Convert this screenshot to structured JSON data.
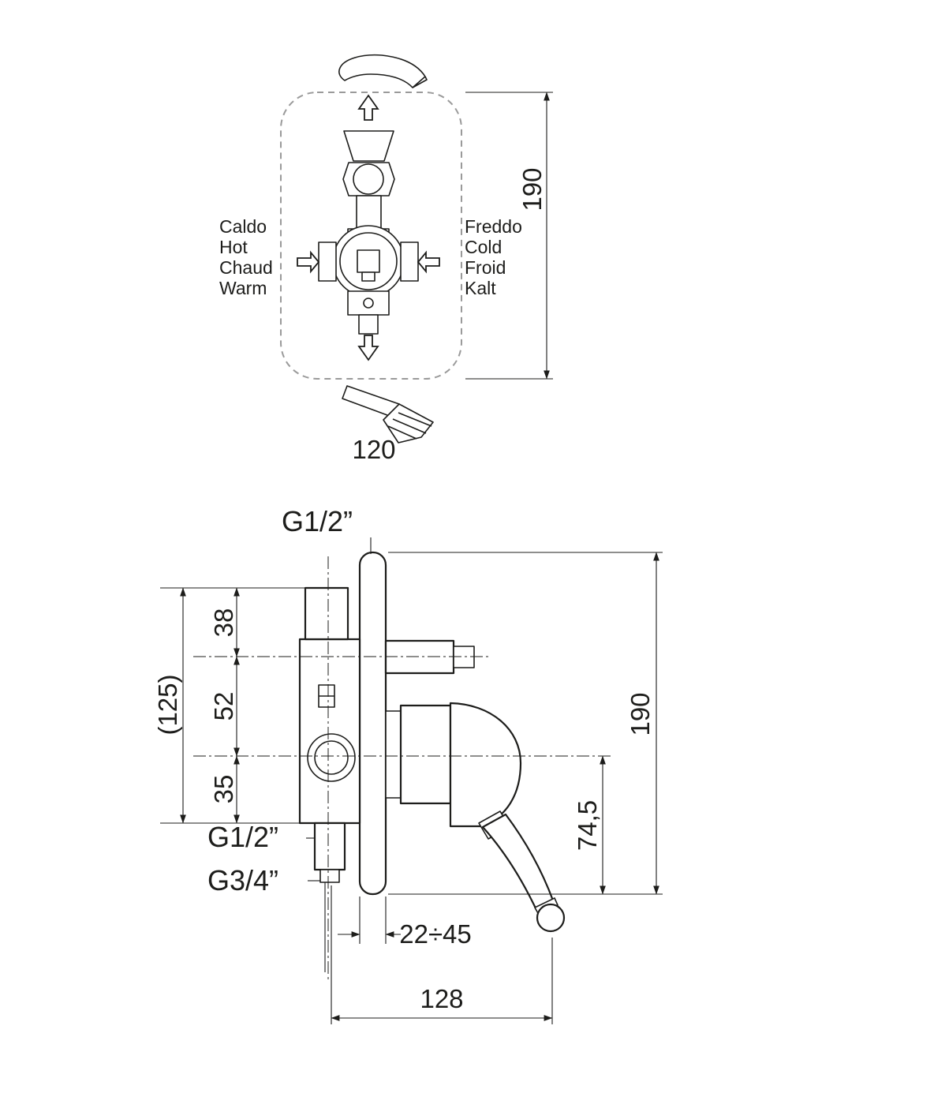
{
  "meta": {
    "ink_color": "#1d1d1b",
    "dashed_box_color": "#9a9a9a",
    "background": "#ffffff"
  },
  "front_view": {
    "hot_lines": [
      "Caldo",
      "Hot",
      "Chaud",
      "Warm"
    ],
    "cold_lines": [
      "Freddo",
      "Cold",
      "Froid",
      "Kalt"
    ],
    "dim_height": "190",
    "dim_width": "120"
  },
  "side_view": {
    "top_thread": "G1/2”",
    "dim_a": "38",
    "dim_b": "52",
    "dim_c": "35",
    "dim_total_left": "(125)",
    "dim_height": "190",
    "dim_handle_drop": "74,5",
    "bottom_thread_1": "G1/2”",
    "bottom_thread_2": "G3/4”",
    "dim_wall_range": "22÷45",
    "dim_depth": "128"
  }
}
